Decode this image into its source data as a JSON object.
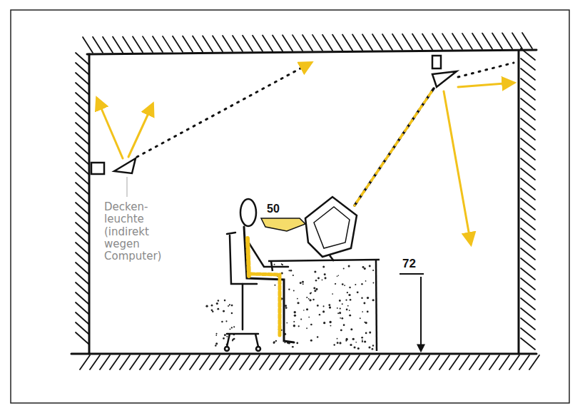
{
  "diagram": {
    "labels": [
      "Decken- leuchte (indirekt wegen Computer)",
      "50",
      "72"
    ]
  }
}
